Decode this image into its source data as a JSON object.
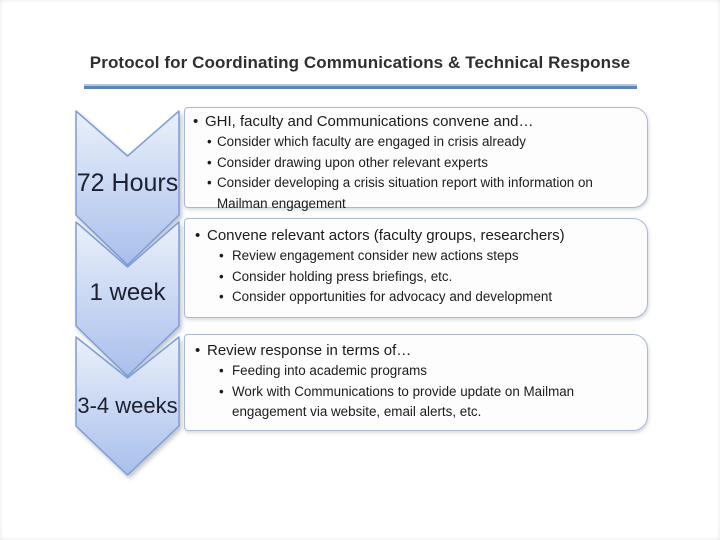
{
  "slide": {
    "title": "Protocol for Coordinating Communications & Technical Response",
    "accent_colors": {
      "rule_light": "#b4c7e2",
      "rule_dark": "#5d84b8",
      "chevron_fill_top": "#e9effa",
      "chevron_fill_bottom": "#a9bfec",
      "chevron_border": "#7f9dd6",
      "box_border": "#aab9d4",
      "label_text": "#1c2030"
    },
    "stages": [
      {
        "label": "72 Hours",
        "heading": "GHI, faculty and Communications convene and…",
        "points": [
          "Consider which faculty are engaged in crisis already",
          "Consider drawing upon other relevant experts",
          "Consider developing a crisis situation report with information on Mailman engagement"
        ]
      },
      {
        "label": "1 week",
        "heading": "Convene relevant actors (faculty groups, researchers)",
        "points": [
          "Review engagement consider new actions steps",
          "Consider holding press briefings, etc.",
          "Consider opportunities for advocacy and development"
        ]
      },
      {
        "label": "3-4 weeks",
        "heading": "Review response in terms of…",
        "points": [
          "Feeding into academic programs",
          "Work with Communications to provide update on Mailman engagement via website, email alerts, etc."
        ]
      }
    ]
  }
}
